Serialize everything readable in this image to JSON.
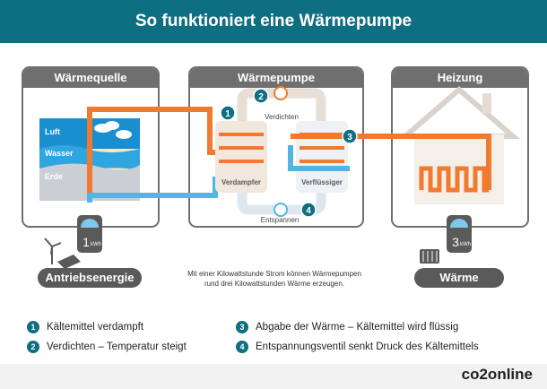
{
  "title": "So funktioniert eine Wärmepumpe",
  "panels": {
    "source": "Wärmequelle",
    "pump": "Wärmepumpe",
    "heating": "Heizung"
  },
  "source_layers": {
    "air": "Luft",
    "water": "Wasser",
    "earth": "Erde"
  },
  "pump_labels": {
    "compress": "Verdichten",
    "expand": "Entspannen",
    "evaporator": "Verdampfer",
    "condenser": "Verflüssiger"
  },
  "steps": [
    "1",
    "2",
    "3",
    "4"
  ],
  "meters": {
    "input": {
      "value": "1",
      "unit": "kWh"
    },
    "output": {
      "value": "3",
      "unit": "kWh"
    }
  },
  "bottom": {
    "drive_energy": "Antriebsenergie",
    "heat": "Wärme",
    "note_line1": "Mit einer Kilowattstunde Strom können Wärmepumpen",
    "note_line2": "rund drei Kilowattstunden Wärme erzeugen."
  },
  "legend": [
    {
      "num": "1",
      "text": "Kältemittel verdampft"
    },
    {
      "num": "2",
      "text": "Verdichten – Temperatur steigt"
    },
    {
      "num": "3",
      "text": "Abgabe der Wärme – Kältemittel wird flüssig"
    },
    {
      "num": "4",
      "text": "Entspannungsventil senkt Druck des Kältemittels"
    }
  ],
  "logo": "co2online",
  "colors": {
    "header": "#0e6e82",
    "hot": "#f07a2e",
    "cold": "#52b5e3",
    "panel_border": "#6f6f6f",
    "step_badge": "#0e6e82"
  }
}
